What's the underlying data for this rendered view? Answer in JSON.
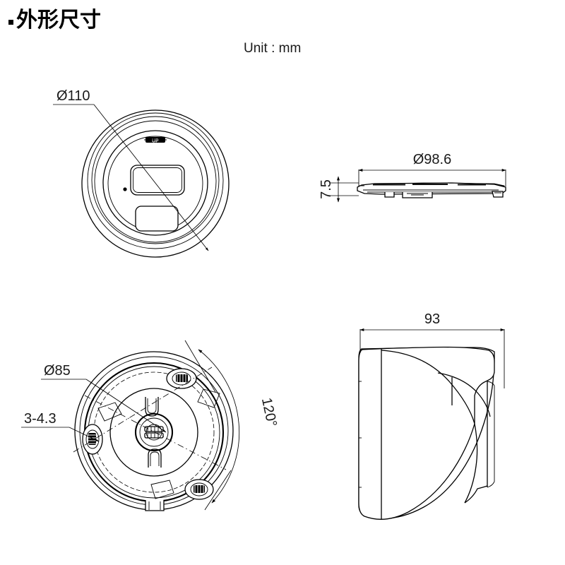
{
  "header": {
    "bullet": "▪",
    "title": "外形尺寸",
    "unit_label": "Unit : mm"
  },
  "views": {
    "front": {
      "name": "front-view",
      "marking": "UP",
      "dimension_label": "Ø110"
    },
    "top_plate": {
      "name": "plate-side-view",
      "diameter_label": "Ø98.6",
      "thickness_label": "7.5"
    },
    "back": {
      "name": "back-mount-view",
      "bolt_circle_label": "Ø85",
      "hole_label": "3-4.3",
      "angle_label": "120°"
    },
    "side": {
      "name": "camera-side-view",
      "depth_label": "93"
    }
  },
  "colors": {
    "line": "#000000",
    "text": "#1a1a1a",
    "background": "#ffffff"
  },
  "chart_data": {
    "type": "table",
    "title": "外形尺寸",
    "units": "mm",
    "categories": [
      "Ø110",
      "Ø98.6",
      "7.5",
      "Ø85",
      "3-4.3",
      "120°",
      "93"
    ],
    "values": [
      110,
      98.6,
      7.5,
      85,
      4.3,
      120,
      93
    ],
    "annotations": [
      "Ø110 — outer body diameter (front view)",
      "Ø98.6 — mounting plate diameter (plate side view)",
      "7.5 — mounting plate thickness",
      "Ø85 — screw bolt circle diameter (back view)",
      "3-4.3 — three mounting holes of 4.3 mm",
      "120° — angular spacing between mounting holes",
      "93 — overall camera depth (side view)"
    ]
  }
}
